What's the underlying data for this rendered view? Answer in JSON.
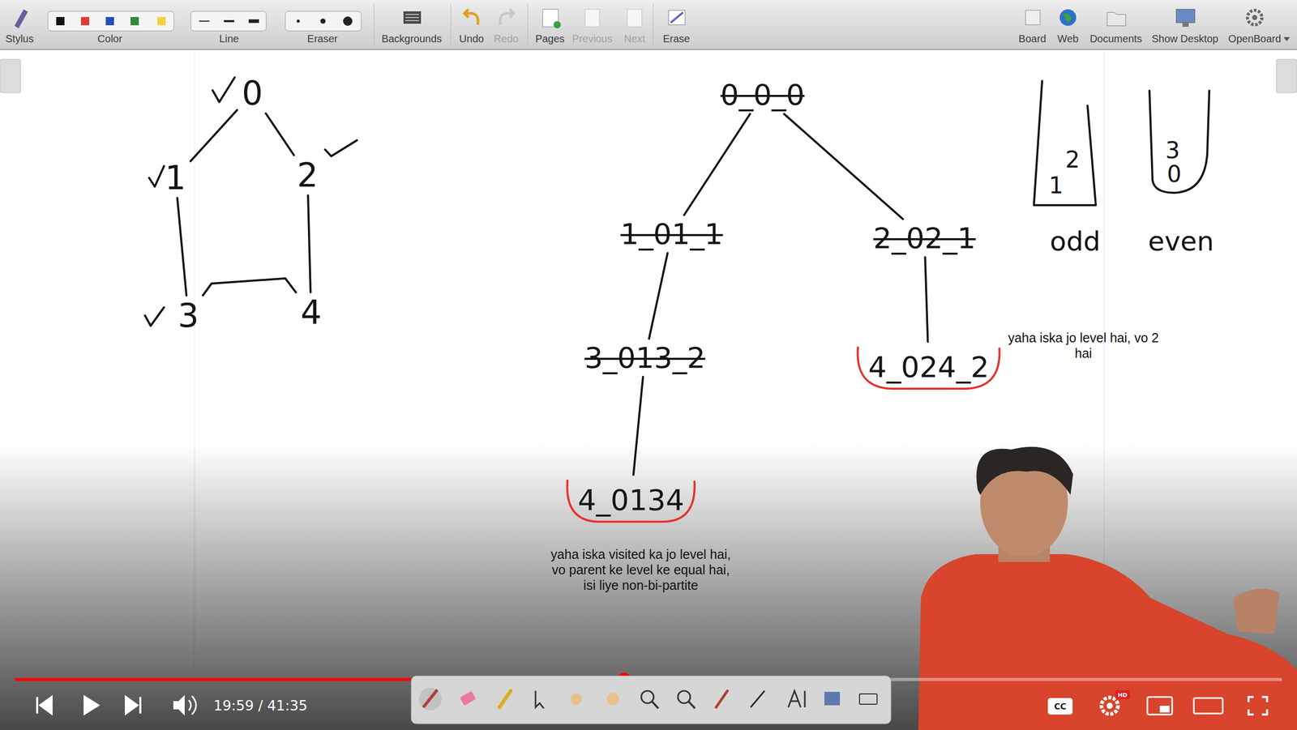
{
  "diagram": {
    "nodes": [
      {
        "text": [
          "0"
        ]
      },
      {
        "text": [
          "1"
        ]
      },
      {
        "text": [
          "2"
        ]
      },
      {
        "text": [
          "3"
        ]
      },
      {
        "text": [
          "4"
        ]
      },
      {
        "text": [
          "0_0_0"
        ]
      },
      {
        "text": [
          "1_01_1"
        ]
      },
      {
        "text": [
          "2_02_1"
        ]
      },
      {
        "text": [
          "3_013_2"
        ]
      },
      {
        "text": [
          "4_024_2"
        ]
      },
      {
        "text": [
          "4_0134"
        ]
      },
      {
        "text": [
          "2",
          "1",
          "odd"
        ]
      },
      {
        "text": [
          "3",
          "0",
          "even"
        ]
      }
    ],
    "edges": [
      {
        "from": 0,
        "to": 1,
        "arrow": "none"
      },
      {
        "from": 0,
        "to": 2,
        "arrow": "none"
      },
      {
        "from": 1,
        "to": 3,
        "arrow": "none"
      },
      {
        "from": 2,
        "to": 4,
        "arrow": "none"
      },
      {
        "from": 3,
        "to": 4,
        "arrow": "none"
      },
      {
        "from": 5,
        "to": 6,
        "arrow": "none"
      },
      {
        "from": 5,
        "to": 7,
        "arrow": "none"
      },
      {
        "from": 6,
        "to": 8,
        "arrow": "none"
      },
      {
        "from": 7,
        "to": 9,
        "arrow": "none"
      },
      {
        "from": 8,
        "to": 10,
        "arrow": "none"
      }
    ],
    "labels": [
      "Stylus",
      "Color",
      "Line",
      "Eraser",
      "Backgrounds",
      "Undo",
      "Redo",
      "Pages",
      "Previous",
      "Next",
      "Erase",
      "Board",
      "Web",
      "Documents",
      "Show Desktop",
      "OpenBoard",
      "yaha iska jo level hai, vo 2 hai",
      "yaha iska visited ka jo level hai, vo parent ke level ke equal hai, isi liye non-bi-partite",
      "19:59 / 41:35",
      "CC",
      "HD"
    ]
  }
}
